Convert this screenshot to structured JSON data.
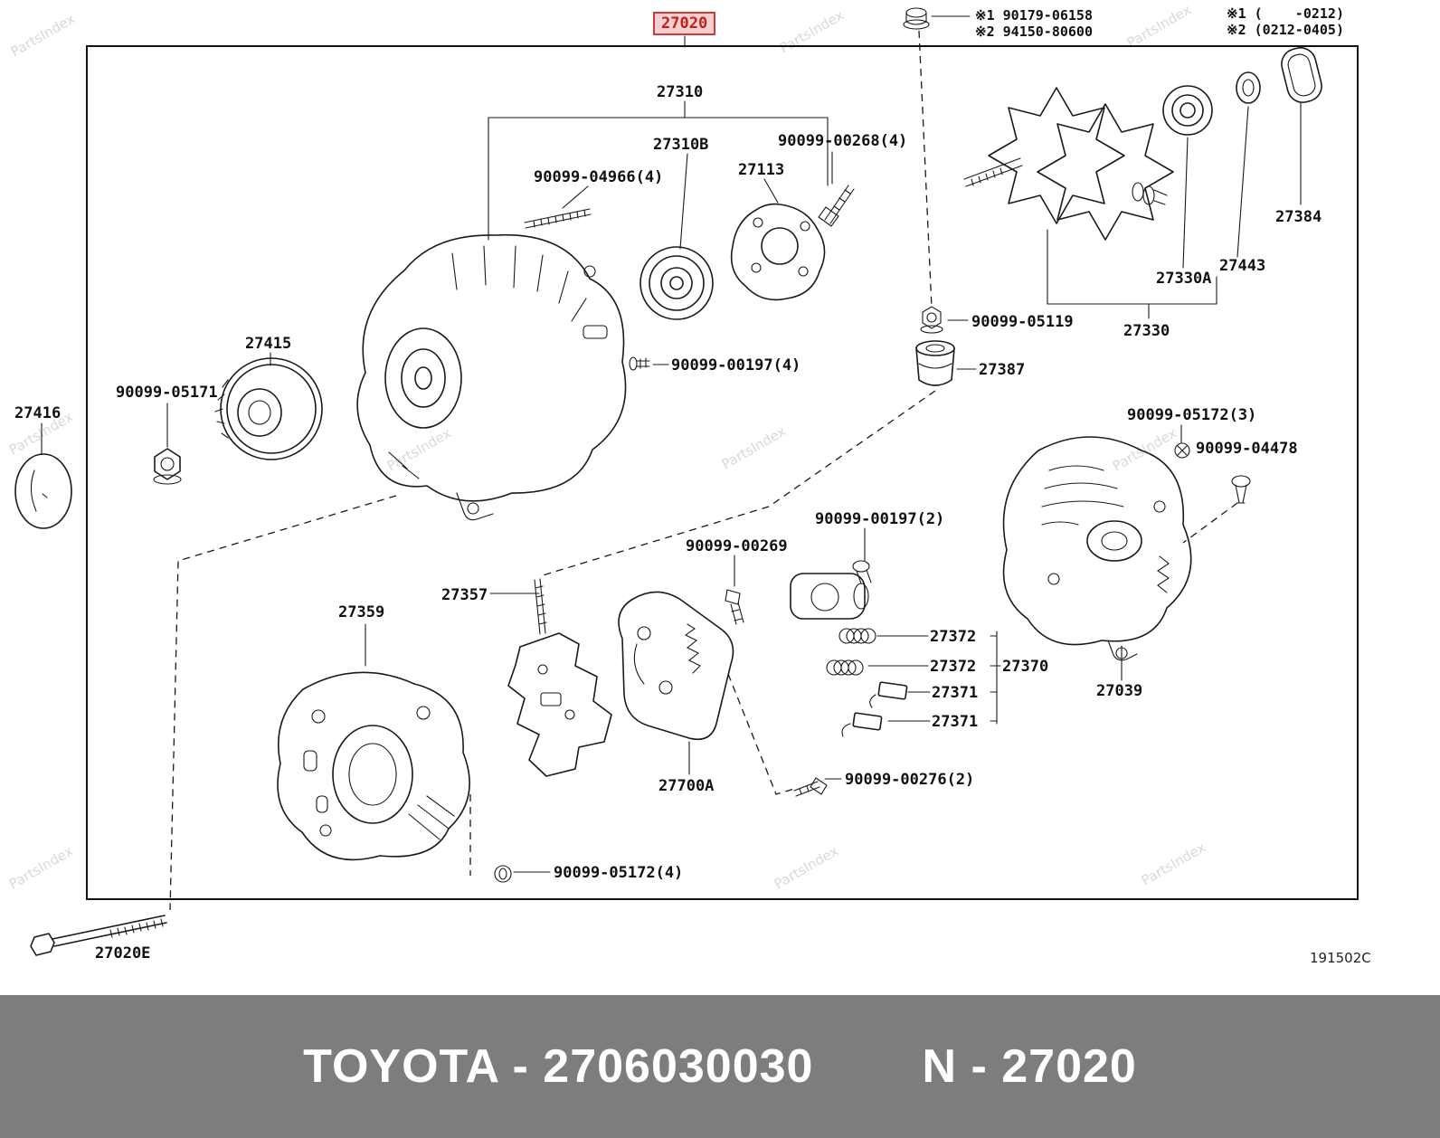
{
  "watermark": "PartsIndex",
  "highlighted_label": "27020",
  "diagram_code": "191502C",
  "notes": [
    {
      "text": "※1 90179-06158"
    },
    {
      "text": "※2 94150-80600"
    },
    {
      "text": "※1 (    -0212)"
    },
    {
      "text": "※2 (0212-0405)"
    }
  ],
  "labels": [
    {
      "id": "27310",
      "text": "27310"
    },
    {
      "id": "27310B",
      "text": "27310B"
    },
    {
      "id": "90099-00268",
      "text": "90099-00268(4)"
    },
    {
      "id": "27113",
      "text": "27113"
    },
    {
      "id": "90099-04966",
      "text": "90099-04966(4)"
    },
    {
      "id": "27384",
      "text": "27384"
    },
    {
      "id": "27443",
      "text": "27443"
    },
    {
      "id": "27330A",
      "text": "27330A"
    },
    {
      "id": "27330",
      "text": "27330"
    },
    {
      "id": "90099-05119",
      "text": "90099-05119"
    },
    {
      "id": "27387",
      "text": "27387"
    },
    {
      "id": "27415",
      "text": "27415"
    },
    {
      "id": "90099-05171",
      "text": "90099-05171"
    },
    {
      "id": "27416",
      "text": "27416"
    },
    {
      "id": "90099-00197-4",
      "text": "90099-00197(4)"
    },
    {
      "id": "90099-05172-3",
      "text": "90099-05172(3)"
    },
    {
      "id": "90099-04478",
      "text": "90099-04478"
    },
    {
      "id": "90099-00197-2",
      "text": "90099-00197(2)"
    },
    {
      "id": "90099-00269",
      "text": "90099-00269"
    },
    {
      "id": "27357",
      "text": "27357"
    },
    {
      "id": "27359",
      "text": "27359"
    },
    {
      "id": "27372-a",
      "text": "27372"
    },
    {
      "id": "27372-b",
      "text": "27372"
    },
    {
      "id": "27370",
      "text": "27370"
    },
    {
      "id": "27371-a",
      "text": "27371"
    },
    {
      "id": "27371-b",
      "text": "27371"
    },
    {
      "id": "27039",
      "text": "27039"
    },
    {
      "id": "27700A",
      "text": "27700A"
    },
    {
      "id": "90099-00276",
      "text": "90099-00276(2)"
    },
    {
      "id": "90099-05172-4",
      "text": "90099-05172(4)"
    },
    {
      "id": "27020E",
      "text": "27020E"
    }
  ],
  "footer": {
    "left": "TOYOTA - 2706030030",
    "right": "N - 27020"
  }
}
